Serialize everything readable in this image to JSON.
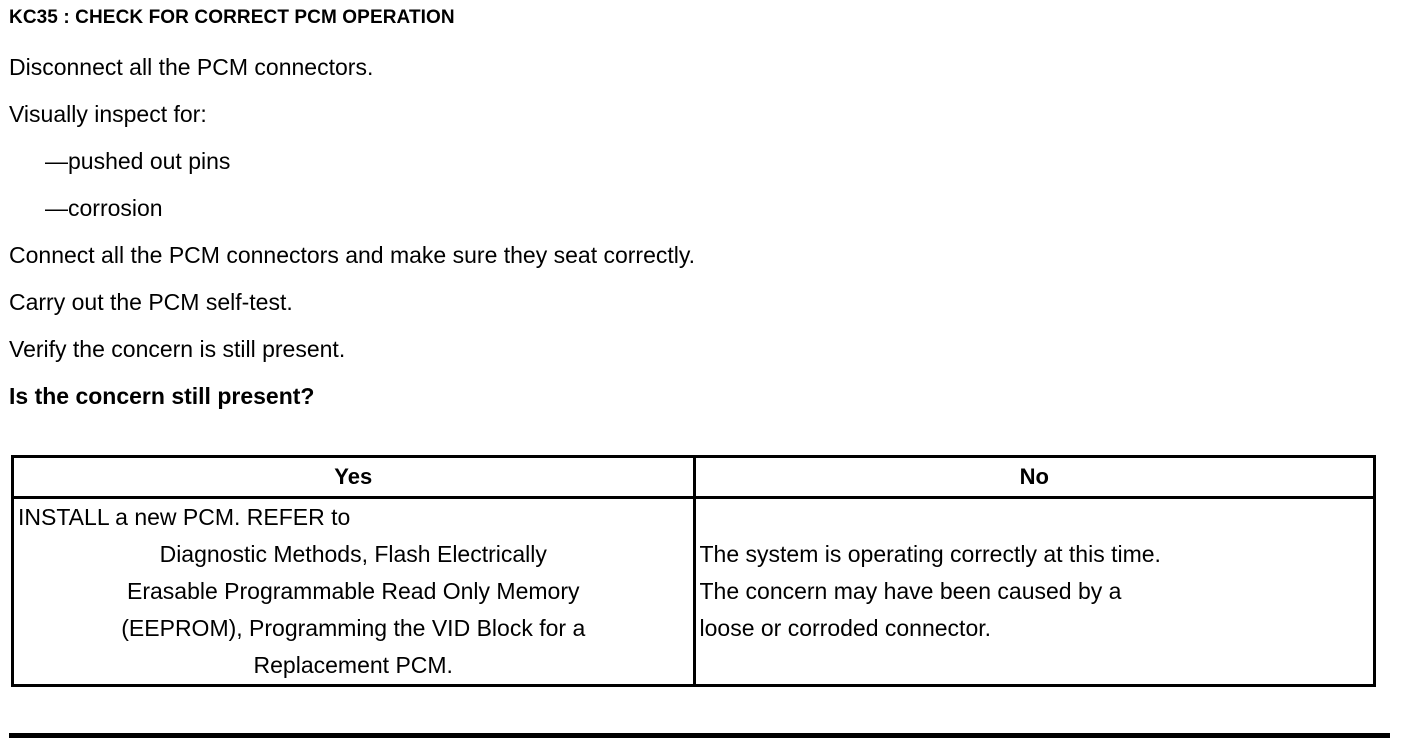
{
  "page": {
    "title": "KC35 : CHECK FOR CORRECT PCM OPERATION",
    "background_color": "#ffffff",
    "text_color": "#000000"
  },
  "instructions": [
    {
      "text": "Disconnect all the PCM connectors.",
      "bold": false,
      "indent": false
    },
    {
      "text": "Visually inspect for:",
      "bold": false,
      "indent": false
    },
    {
      "text": "—pushed out pins",
      "bold": false,
      "indent": true
    },
    {
      "text": "—corrosion",
      "bold": false,
      "indent": true
    },
    {
      "text": "Connect all the PCM connectors and make sure they seat correctly.",
      "bold": false,
      "indent": false
    },
    {
      "text": "Carry out the PCM self-test.",
      "bold": false,
      "indent": false
    },
    {
      "text": "Verify the concern is still present.",
      "bold": false,
      "indent": false
    },
    {
      "text": "Is the concern still present?",
      "bold": true,
      "indent": false
    }
  ],
  "decision_table": {
    "headers": {
      "yes": "Yes",
      "no": "No"
    },
    "yes_cell": {
      "lines": [
        "INSTALL a new PCM. REFER to",
        "Diagnostic Methods, Flash Electrically",
        "Erasable Programmable Read Only Memory",
        "(EEPROM), Programming the VID Block for a",
        "Replacement PCM."
      ],
      "full_text": "INSTALL a new PCM. REFER to Diagnostic Methods, Flash Electrically Erasable Programmable Read Only Memory (EEPROM), Programming the VID Block for a Replacement PCM."
    },
    "no_cell": {
      "lines": [
        "The system is operating correctly at this time.",
        "The concern may have been caused by a",
        "loose or corroded connector."
      ],
      "full_text": "The system is operating correctly at this time. The concern may have been caused by a loose or corroded connector."
    }
  }
}
